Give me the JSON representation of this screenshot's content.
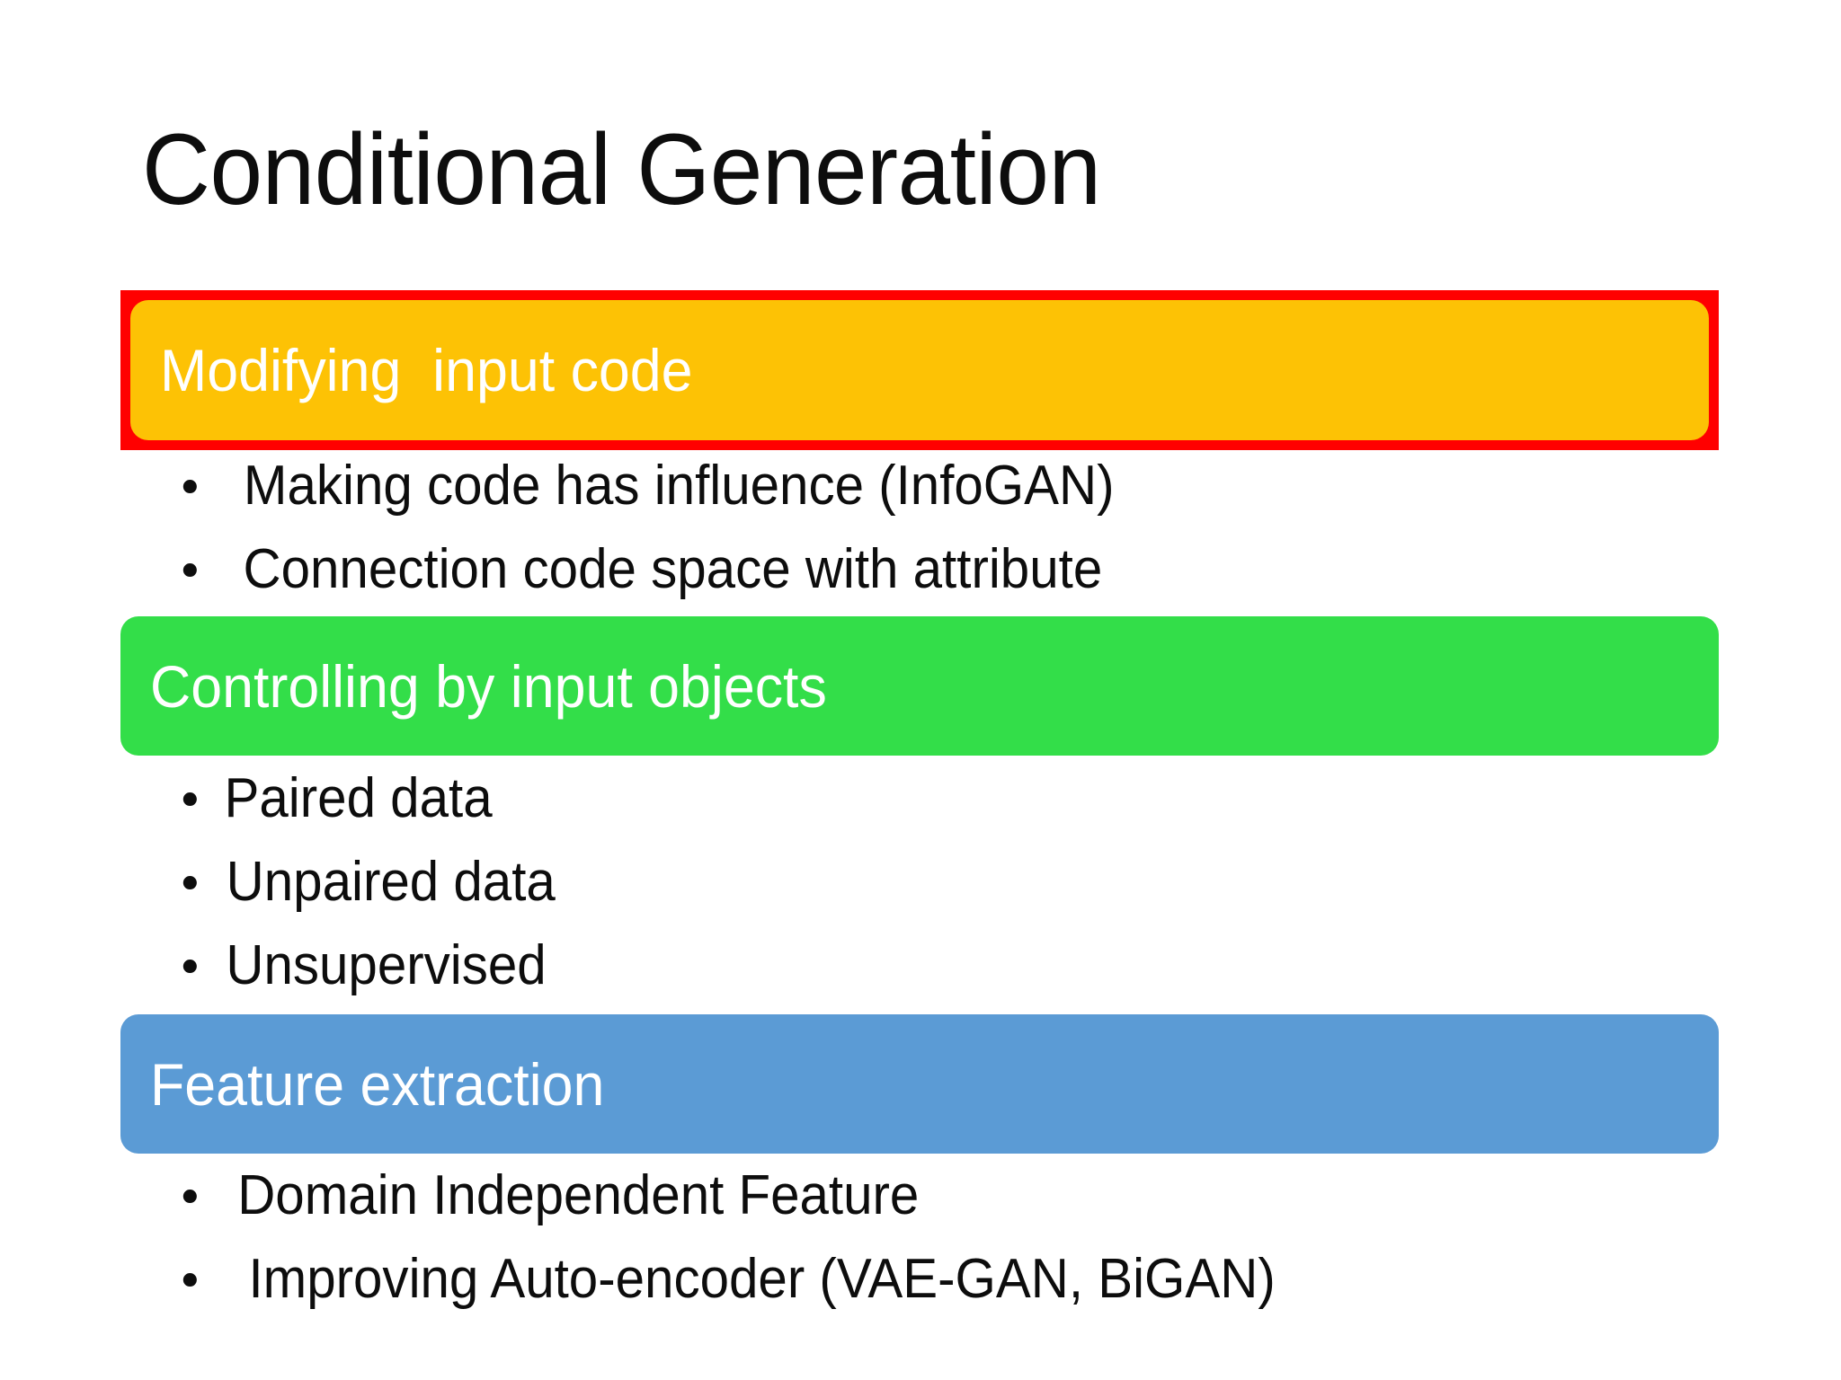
{
  "slide": {
    "title": "Conditional Generation",
    "background_color": "#ffffff",
    "text_color": "#0d0d0d"
  },
  "sections": [
    {
      "id": "modifying",
      "header": "Modifying  input code",
      "header_color": "#fdc205",
      "header_text_color": "#ffffff",
      "highlight_border_color": "#ff0000",
      "highlighted": true,
      "bullets": [
        {
          "marker": "•",
          "text": "Making code has influence (InfoGAN)"
        },
        {
          "marker": "•",
          "text": "Connection code space with attribute"
        }
      ]
    },
    {
      "id": "controlling",
      "header": "Controlling by input objects",
      "header_color": "#33de49",
      "header_text_color": "#ffffff",
      "highlighted": false,
      "bullets": [
        {
          "marker": "•",
          "text": "Paired data"
        },
        {
          "marker": "•",
          "text": "Unpaired data"
        },
        {
          "marker": "•",
          "text": "Unsupervised"
        }
      ]
    },
    {
      "id": "feature",
      "header": "Feature extraction",
      "header_color": "#5b9bd5",
      "header_text_color": "#ffffff",
      "highlighted": false,
      "bullets": [
        {
          "marker": "•",
          "text": "Domain Independent Feature"
        },
        {
          "marker": "•",
          "text": "Improving Auto-encoder (VAE-GAN, BiGAN)"
        }
      ]
    }
  ]
}
